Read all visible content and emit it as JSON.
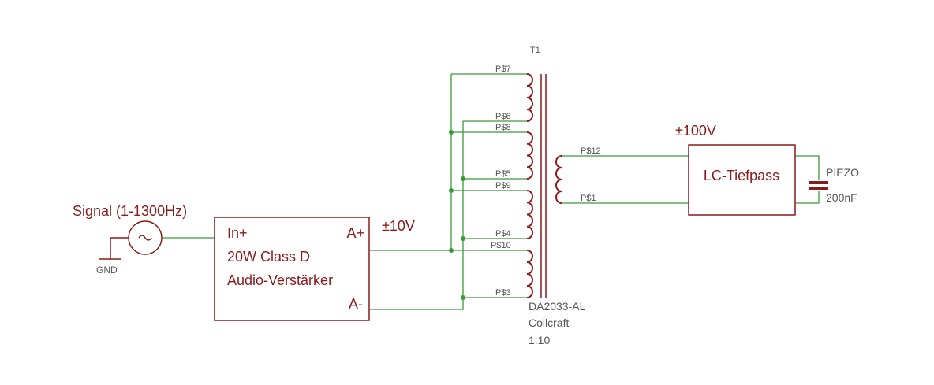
{
  "labels": {
    "signal": "Signal (1-1300Hz)",
    "gnd": "GND",
    "amp_in": "In+",
    "amp_line1": "20W Class D",
    "amp_line2": "Audio-Verstärker",
    "amp_out_plus": "A+",
    "amp_out_minus": "A-",
    "voltage_low": "±10V",
    "voltage_high": "±100V",
    "transformer_name": "T1",
    "transformer_part": "DA2033-AL",
    "transformer_maker": "Coilcraft",
    "transformer_ratio": "1:10",
    "lowpass": "LC-Tiefpass",
    "piezo": "PIEZO",
    "capacitance": "200nF"
  },
  "pins": {
    "p7": "P$7",
    "p6": "P$6",
    "p8": "P$8",
    "p5": "P$5",
    "p9": "P$9",
    "p4": "P$4",
    "p10": "P$10",
    "p3": "P$3",
    "p12": "P$12",
    "p1": "P$1"
  },
  "colors": {
    "wire": "#3a9a3a",
    "component": "#8b1a1a",
    "pin_label": "#555555"
  }
}
